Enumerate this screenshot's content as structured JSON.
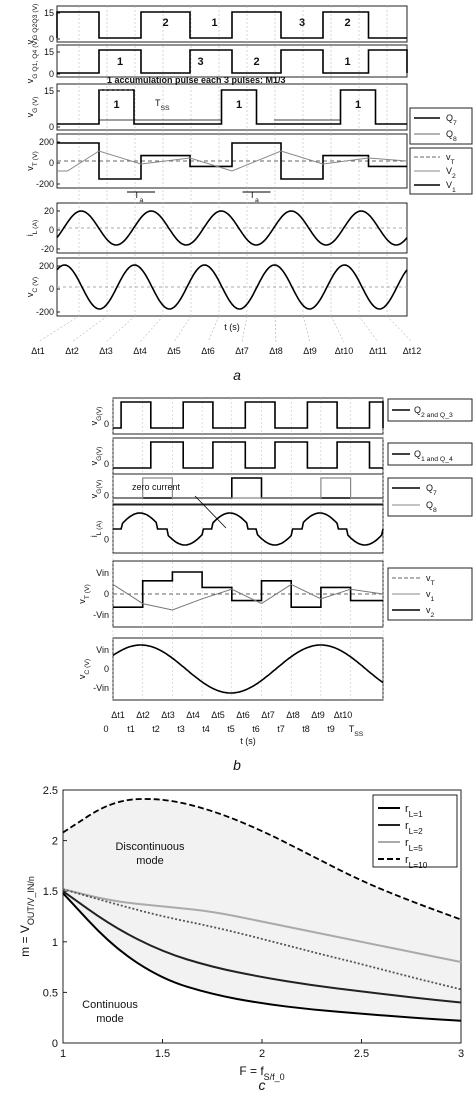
{
  "figure_a": {
    "panels": [
      {
        "id": "a1",
        "ylabel": "v_G Q2Q3 (V)",
        "ticks": [
          "15",
          "0"
        ]
      },
      {
        "id": "a2",
        "ylabel": "v_G Q1, Q4 (V)",
        "ticks": [
          "15",
          "0"
        ]
      },
      {
        "id": "a3",
        "ylabel": "v_G (V)",
        "ticks": [
          "15",
          "0"
        ]
      },
      {
        "id": "a4",
        "ylabel": "v_T (V)",
        "ticks": [
          "200",
          "0",
          "-200"
        ]
      },
      {
        "id": "a5",
        "ylabel": "i_L (A)",
        "ticks": [
          "20",
          "0",
          "-20"
        ]
      },
      {
        "id": "a6",
        "ylabel": "v_C (V)",
        "ticks": [
          "200",
          "0",
          "-200"
        ]
      }
    ],
    "pulse_labels_a1": [
      "2",
      "1",
      "3",
      "2"
    ],
    "pulse_labels_a2": [
      "1",
      "3",
      "2",
      "1"
    ],
    "pulse_labels_a3": [
      "1",
      "1",
      "1"
    ],
    "annotation": "1 accumulation pulse each 3 pulses: M1/3",
    "tss": "T_SS",
    "ta": "T_a",
    "legend_a3": [
      "Q_7",
      "Q_8"
    ],
    "legend_a4": [
      "v_T",
      "V_2",
      "V_1"
    ],
    "xlabel": "t (s)",
    "intervals": [
      "Δt1",
      "Δt2",
      "Δt3",
      "Δt4",
      "Δt5",
      "Δt6",
      "Δt7",
      "Δt8",
      "Δt9",
      "Δt10",
      "Δt11",
      "Δt12"
    ],
    "caption": "a"
  },
  "figure_b": {
    "panels": [
      {
        "id": "b1",
        "ylabel": "v_G(V)",
        "ticks": [
          "0"
        ]
      },
      {
        "id": "b2",
        "ylabel": "v_G(V)",
        "ticks": [
          "0"
        ]
      },
      {
        "id": "b3",
        "ylabel": "v_G(V)",
        "ticks": [
          "0"
        ]
      },
      {
        "id": "b4",
        "ylabel": "i_L (A)",
        "ticks": [
          "0"
        ]
      },
      {
        "id": "b5",
        "ylabel": "v_T (V)",
        "ticks": [
          "Vin",
          "0",
          "-Vin"
        ]
      },
      {
        "id": "b6",
        "ylabel": "v_C (V)",
        "ticks": [
          "Vin",
          "0",
          "-Vin"
        ]
      }
    ],
    "legend_b1": "Q_2 and Q_3",
    "legend_b2": "Q_1 and Q_4",
    "legend_b3": [
      "Q_7",
      "Q_8"
    ],
    "legend_b5": [
      "v_T",
      "v_1",
      "v_2"
    ],
    "zero_current": "zero current",
    "intervals": [
      "Δt1",
      "Δt2",
      "Δt3",
      "Δt4",
      "Δt5",
      "Δt6",
      "Δt7",
      "Δt8",
      "Δt9",
      "Δt10"
    ],
    "times": [
      "0",
      "t1",
      "t2",
      "t3",
      "t4",
      "t5",
      "t6",
      "t7",
      "t8",
      "t9",
      "T_SS"
    ],
    "xlabel": "t (s)",
    "caption": "b"
  },
  "chart_data": {
    "type": "line",
    "xlabel": "F = f_S/f_0",
    "ylabel": "m = V_OUT/V_IN/n",
    "xlim": [
      1,
      3
    ],
    "ylim": [
      0,
      2.5
    ],
    "xticks": [
      "1",
      "1.5",
      "2",
      "2.5",
      "3"
    ],
    "yticks": [
      "0",
      "0.5",
      "1",
      "1.5",
      "2",
      "2.5"
    ],
    "regions": [
      "Discontinuous mode",
      "Continuous mode"
    ],
    "legend_placement": "top-right",
    "grid": false,
    "x": [
      1.0,
      1.25,
      1.5,
      1.75,
      2.0,
      2.25,
      2.5,
      2.75,
      3.0
    ],
    "series": [
      {
        "name": "r_L=1",
        "style": "solid",
        "color": "#000000",
        "values": [
          1.48,
          0.95,
          0.63,
          0.48,
          0.39,
          0.33,
          0.29,
          0.25,
          0.22
        ]
      },
      {
        "name": "r_L=2",
        "style": "solid",
        "color": "#222222",
        "values": [
          1.5,
          1.15,
          0.9,
          0.75,
          0.65,
          0.57,
          0.51,
          0.45,
          0.4
        ]
      },
      {
        "name": "r_L=5",
        "style": "solid",
        "color": "#aaaaaa",
        "values": [
          1.52,
          1.4,
          1.35,
          1.3,
          1.2,
          1.1,
          1.0,
          0.9,
          0.8
        ]
      },
      {
        "name": "r_L=10",
        "style": "dashed",
        "color": "#000000",
        "values": [
          2.08,
          2.4,
          2.42,
          2.3,
          2.1,
          1.85,
          1.6,
          1.4,
          1.22
        ]
      },
      {
        "name": "",
        "style": "dotted",
        "color": "#555555",
        "values": [
          1.52,
          1.38,
          1.25,
          1.15,
          1.03,
          0.9,
          0.78,
          0.65,
          0.53
        ]
      }
    ],
    "caption": "c"
  }
}
